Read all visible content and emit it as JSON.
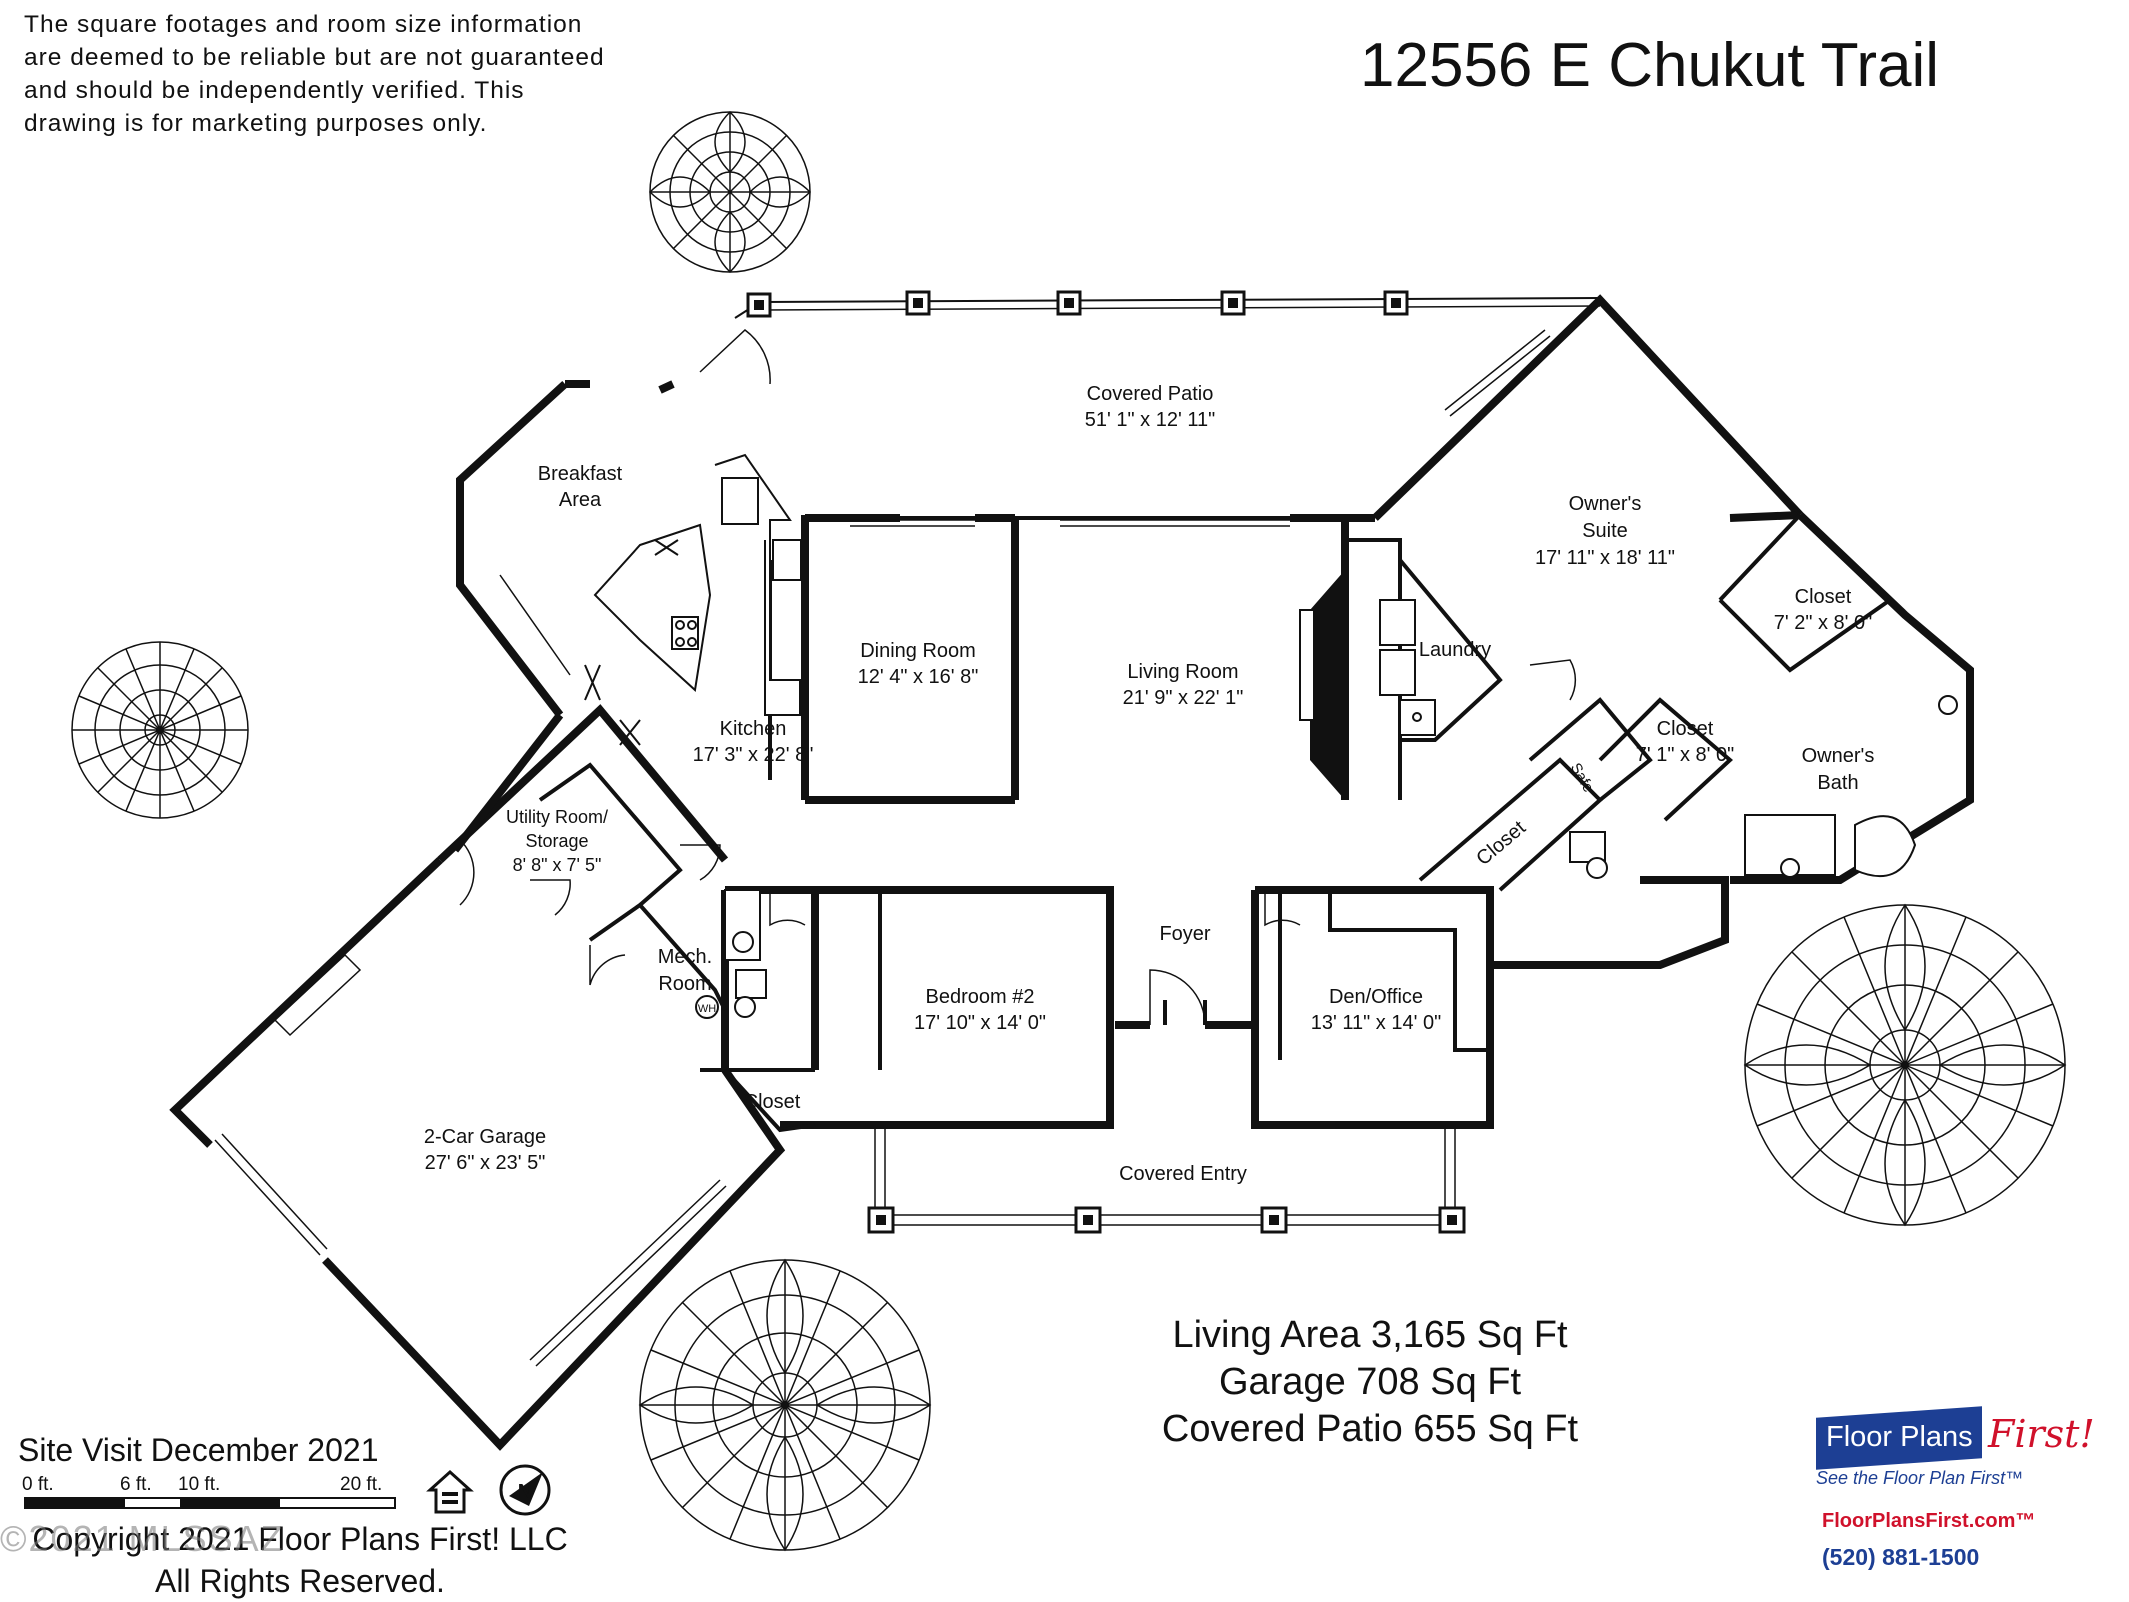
{
  "header": {
    "disclaimer_lines": [
      "The square footages and room size information",
      "are deemed to be reliable but are not guaranteed",
      "and should be independently verified. This",
      "drawing is for marketing purposes only."
    ],
    "address": "12556 E Chukut Trail"
  },
  "rooms": {
    "covered_patio": {
      "name": "Covered Patio",
      "size": "51' 1\" x 12' 11\""
    },
    "breakfast_area": {
      "name_line1": "Breakfast",
      "name_line2": "Area"
    },
    "kitchen": {
      "name": "Kitchen",
      "size": "17' 3\" x 22' 8\""
    },
    "dining_room": {
      "name": "Dining Room",
      "size": "12' 4\" x 16' 8\""
    },
    "living_room": {
      "name": "Living Room",
      "size": "21' 9\" x 22' 1\""
    },
    "laundry": {
      "name": "Laundry"
    },
    "owners_suite": {
      "name_line1": "Owner's",
      "name_line2": "Suite",
      "size": "17' 11\" x 18' 11\""
    },
    "closet_upper": {
      "name": "Closet",
      "size": "7' 2\" x 8' 0\""
    },
    "closet_middle": {
      "name": "Closet",
      "size": "7' 1\" x 8' 0\""
    },
    "owners_bath": {
      "name_line1": "Owner's",
      "name_line2": "Bath"
    },
    "safe": {
      "name": "Safe"
    },
    "closet_diag": {
      "name": "Closet"
    },
    "utility_room": {
      "name_line1": "Utility Room/",
      "name_line2": "Storage",
      "size": "8' 8\" x 7' 5\""
    },
    "mech_room": {
      "name_line1": "Mech.",
      "name_line2": "Room",
      "wh": "WH"
    },
    "bedroom2": {
      "name": "Bedroom #2",
      "size": "17' 10\" x 14' 0\""
    },
    "foyer": {
      "name": "Foyer"
    },
    "den_office": {
      "name": "Den/Office",
      "size": "13' 11\" x 14' 0\""
    },
    "closet_lower": {
      "name": "Closet"
    },
    "garage": {
      "name": "2-Car Garage",
      "size": "27' 6\" x 23' 5\""
    },
    "covered_entry": {
      "name": "Covered Entry"
    }
  },
  "areas": {
    "living": "Living Area 3,165 Sq Ft",
    "garage": "Garage 708 Sq Ft",
    "patio": "Covered Patio 655 Sq Ft"
  },
  "footer": {
    "site_visit": "Site Visit December 2021",
    "scale_labels": [
      "0 ft.",
      "6 ft.",
      "10 ft.",
      "20 ft."
    ],
    "copyright_line1": "Copyright 2021 Floor Plans First! LLC",
    "copyright_line2": "All Rights Reserved.",
    "watermark": "©2021 MLSSAZ",
    "north_label": "N"
  },
  "brand": {
    "name": "Floor Plans",
    "name_accent": "First!",
    "tagline": "See the Floor Plan First™",
    "url": "FloorPlansFirst.com™",
    "phone": "(520) 881-1500",
    "primary_color": "#1d3f94",
    "accent_color": "#d0112b"
  }
}
